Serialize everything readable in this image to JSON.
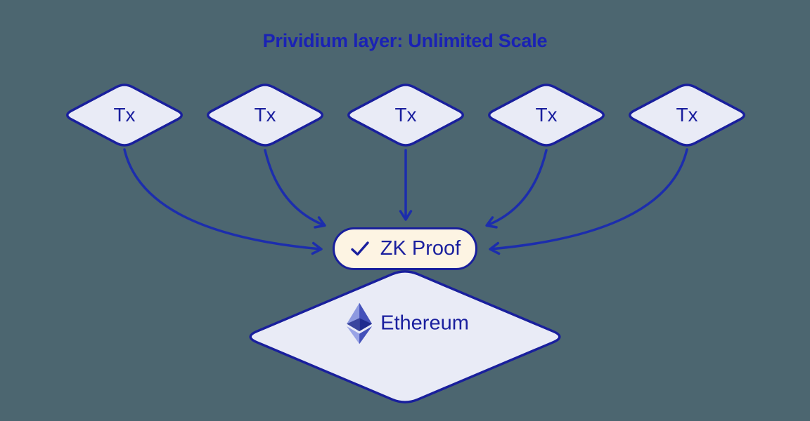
{
  "title": "Prividium layer: Unlimited Scale",
  "colors": {
    "background": "#4c6670",
    "node_fill": "#e9ebf6",
    "node_border": "#191f9c",
    "pill_fill": "#fdf4e3",
    "arrow": "#1c2dad",
    "title_text": "#1a22b4",
    "label_text": "#1a1f9e",
    "eth_logo_top_left": "#8d99e0",
    "eth_logo_top_right": "#4350b9",
    "eth_logo_inner_left": "#39459e",
    "eth_logo_inner_right": "#1f2b8f",
    "eth_logo_bottom_left": "#99a3e6",
    "eth_logo_bottom_right": "#4350b9"
  },
  "diagram": {
    "tx_nodes": [
      {
        "label": "Tx"
      },
      {
        "label": "Tx"
      },
      {
        "label": "Tx"
      },
      {
        "label": "Tx"
      },
      {
        "label": "Tx"
      }
    ],
    "zk_proof": {
      "label": "ZK Proof",
      "icon": "check-icon"
    },
    "ethereum": {
      "label": "Ethereum",
      "icon": "ethereum-logo-icon"
    },
    "edges": [
      {
        "from": "tx-1",
        "to": "zk-proof"
      },
      {
        "from": "tx-2",
        "to": "zk-proof"
      },
      {
        "from": "tx-3",
        "to": "zk-proof"
      },
      {
        "from": "tx-4",
        "to": "zk-proof"
      },
      {
        "from": "zk-proof",
        "to": "ethereum"
      }
    ]
  }
}
